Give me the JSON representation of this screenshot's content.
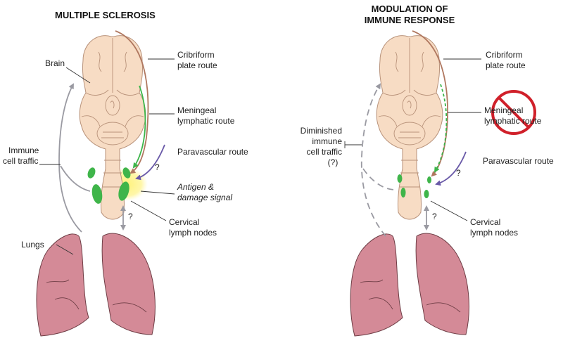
{
  "panels": [
    {
      "title": "MULTIPLE SCLEROSIS",
      "labels": {
        "brain": "Brain",
        "cribriform_1": "Cribriform",
        "cribriform_2": "plate route",
        "meningeal_1": "Meningeal",
        "meningeal_2": "lymphatic route",
        "immune_1": "Immune",
        "immune_2": "cell traffic",
        "paravascular": "Paravascular route",
        "q1": "?",
        "antigen_1": "Antigen &",
        "antigen_2": "damage signal",
        "q2": "?",
        "cervical_1": "Cervical",
        "cervical_2": "lymph nodes",
        "lungs": "Lungs"
      }
    },
    {
      "title_1": "MODULATION OF",
      "title_2": "IMMUNE RESPONSE",
      "labels": {
        "cribriform_1": "Cribriform",
        "cribriform_2": "plate route",
        "meningeal_1": "Meningeal",
        "meningeal_2": "lymphatic route",
        "diminished_1": "Diminished",
        "diminished_2": "immune",
        "diminished_3": "cell traffic",
        "diminished_4": "(?)",
        "paravascular": "Paravascular route",
        "q1": "?",
        "q2": "?",
        "cervical_1": "Cervical",
        "cervical_2": "lymph nodes"
      }
    }
  ],
  "colors": {
    "cribriform_route": "#b07860",
    "meningeal_route": "#3cb54a",
    "paravascular_route": "#6a5aa8",
    "immune_traffic": "#9a9aa2",
    "antigen_glow": "#fff27a",
    "prohibit_sign": "#d0202a"
  }
}
